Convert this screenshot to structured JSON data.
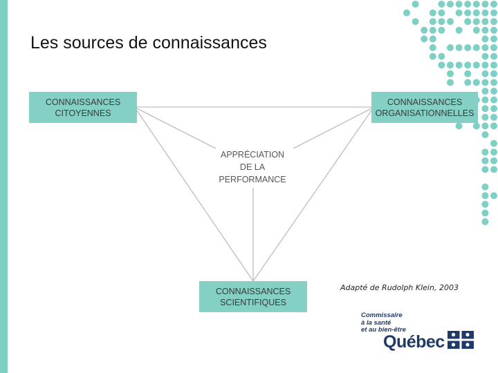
{
  "slide": {
    "title": "Les sources de connaissances"
  },
  "diagram": {
    "nodes": {
      "citoyennes": [
        "CONNAISSANCES",
        "CITOYENNES"
      ],
      "organisationnelles": [
        "CONNAISSANCES",
        "ORGANISATIONNELLES"
      ],
      "scientifiques": [
        "CONNAISSANCES",
        "SCIENTIFIQUES"
      ]
    },
    "center": [
      "APPRÉCIATION",
      "DE LA",
      "PERFORMANCE"
    ]
  },
  "credit": "Adapté de Rudolph Klein, 2003",
  "logo": {
    "org_lines": [
      "Commissaire",
      "à la santé",
      "et au bien-être"
    ],
    "wordmark": "Québec"
  },
  "colors": {
    "accent": "#84d0c4",
    "left_bar": "#7ecfc4",
    "dots": "#7ecfc4",
    "logo_blue": "#1f3a68",
    "line": "#bdbdbd"
  }
}
